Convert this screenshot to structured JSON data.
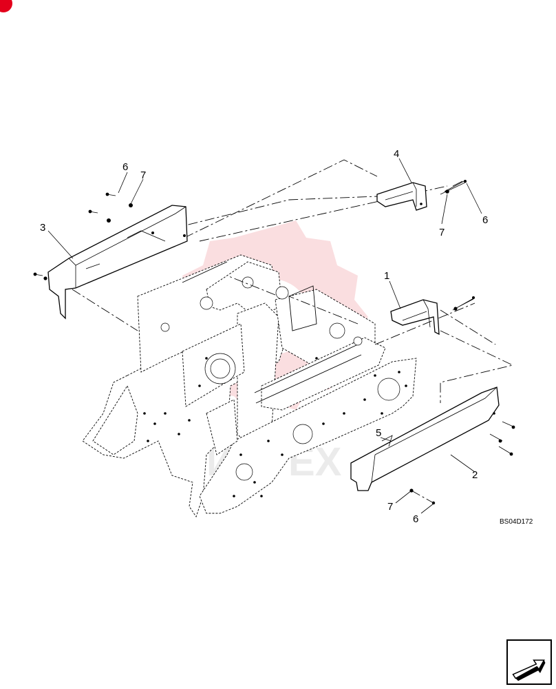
{
  "callouts": {
    "c1": "1",
    "c2": "2",
    "c3": "3",
    "c4": "4",
    "c5": "5",
    "c6a": "6",
    "c6b": "6",
    "c6c": "6",
    "c7a": "7",
    "c7b": "7",
    "c7c": "7"
  },
  "figure_code": "BS04D172",
  "watermark_text": "ИНТЕХ",
  "colors": {
    "watermark": "#f2a0a6",
    "badge": "#e3001b"
  },
  "icons": {
    "nav": "arrow-icon"
  }
}
